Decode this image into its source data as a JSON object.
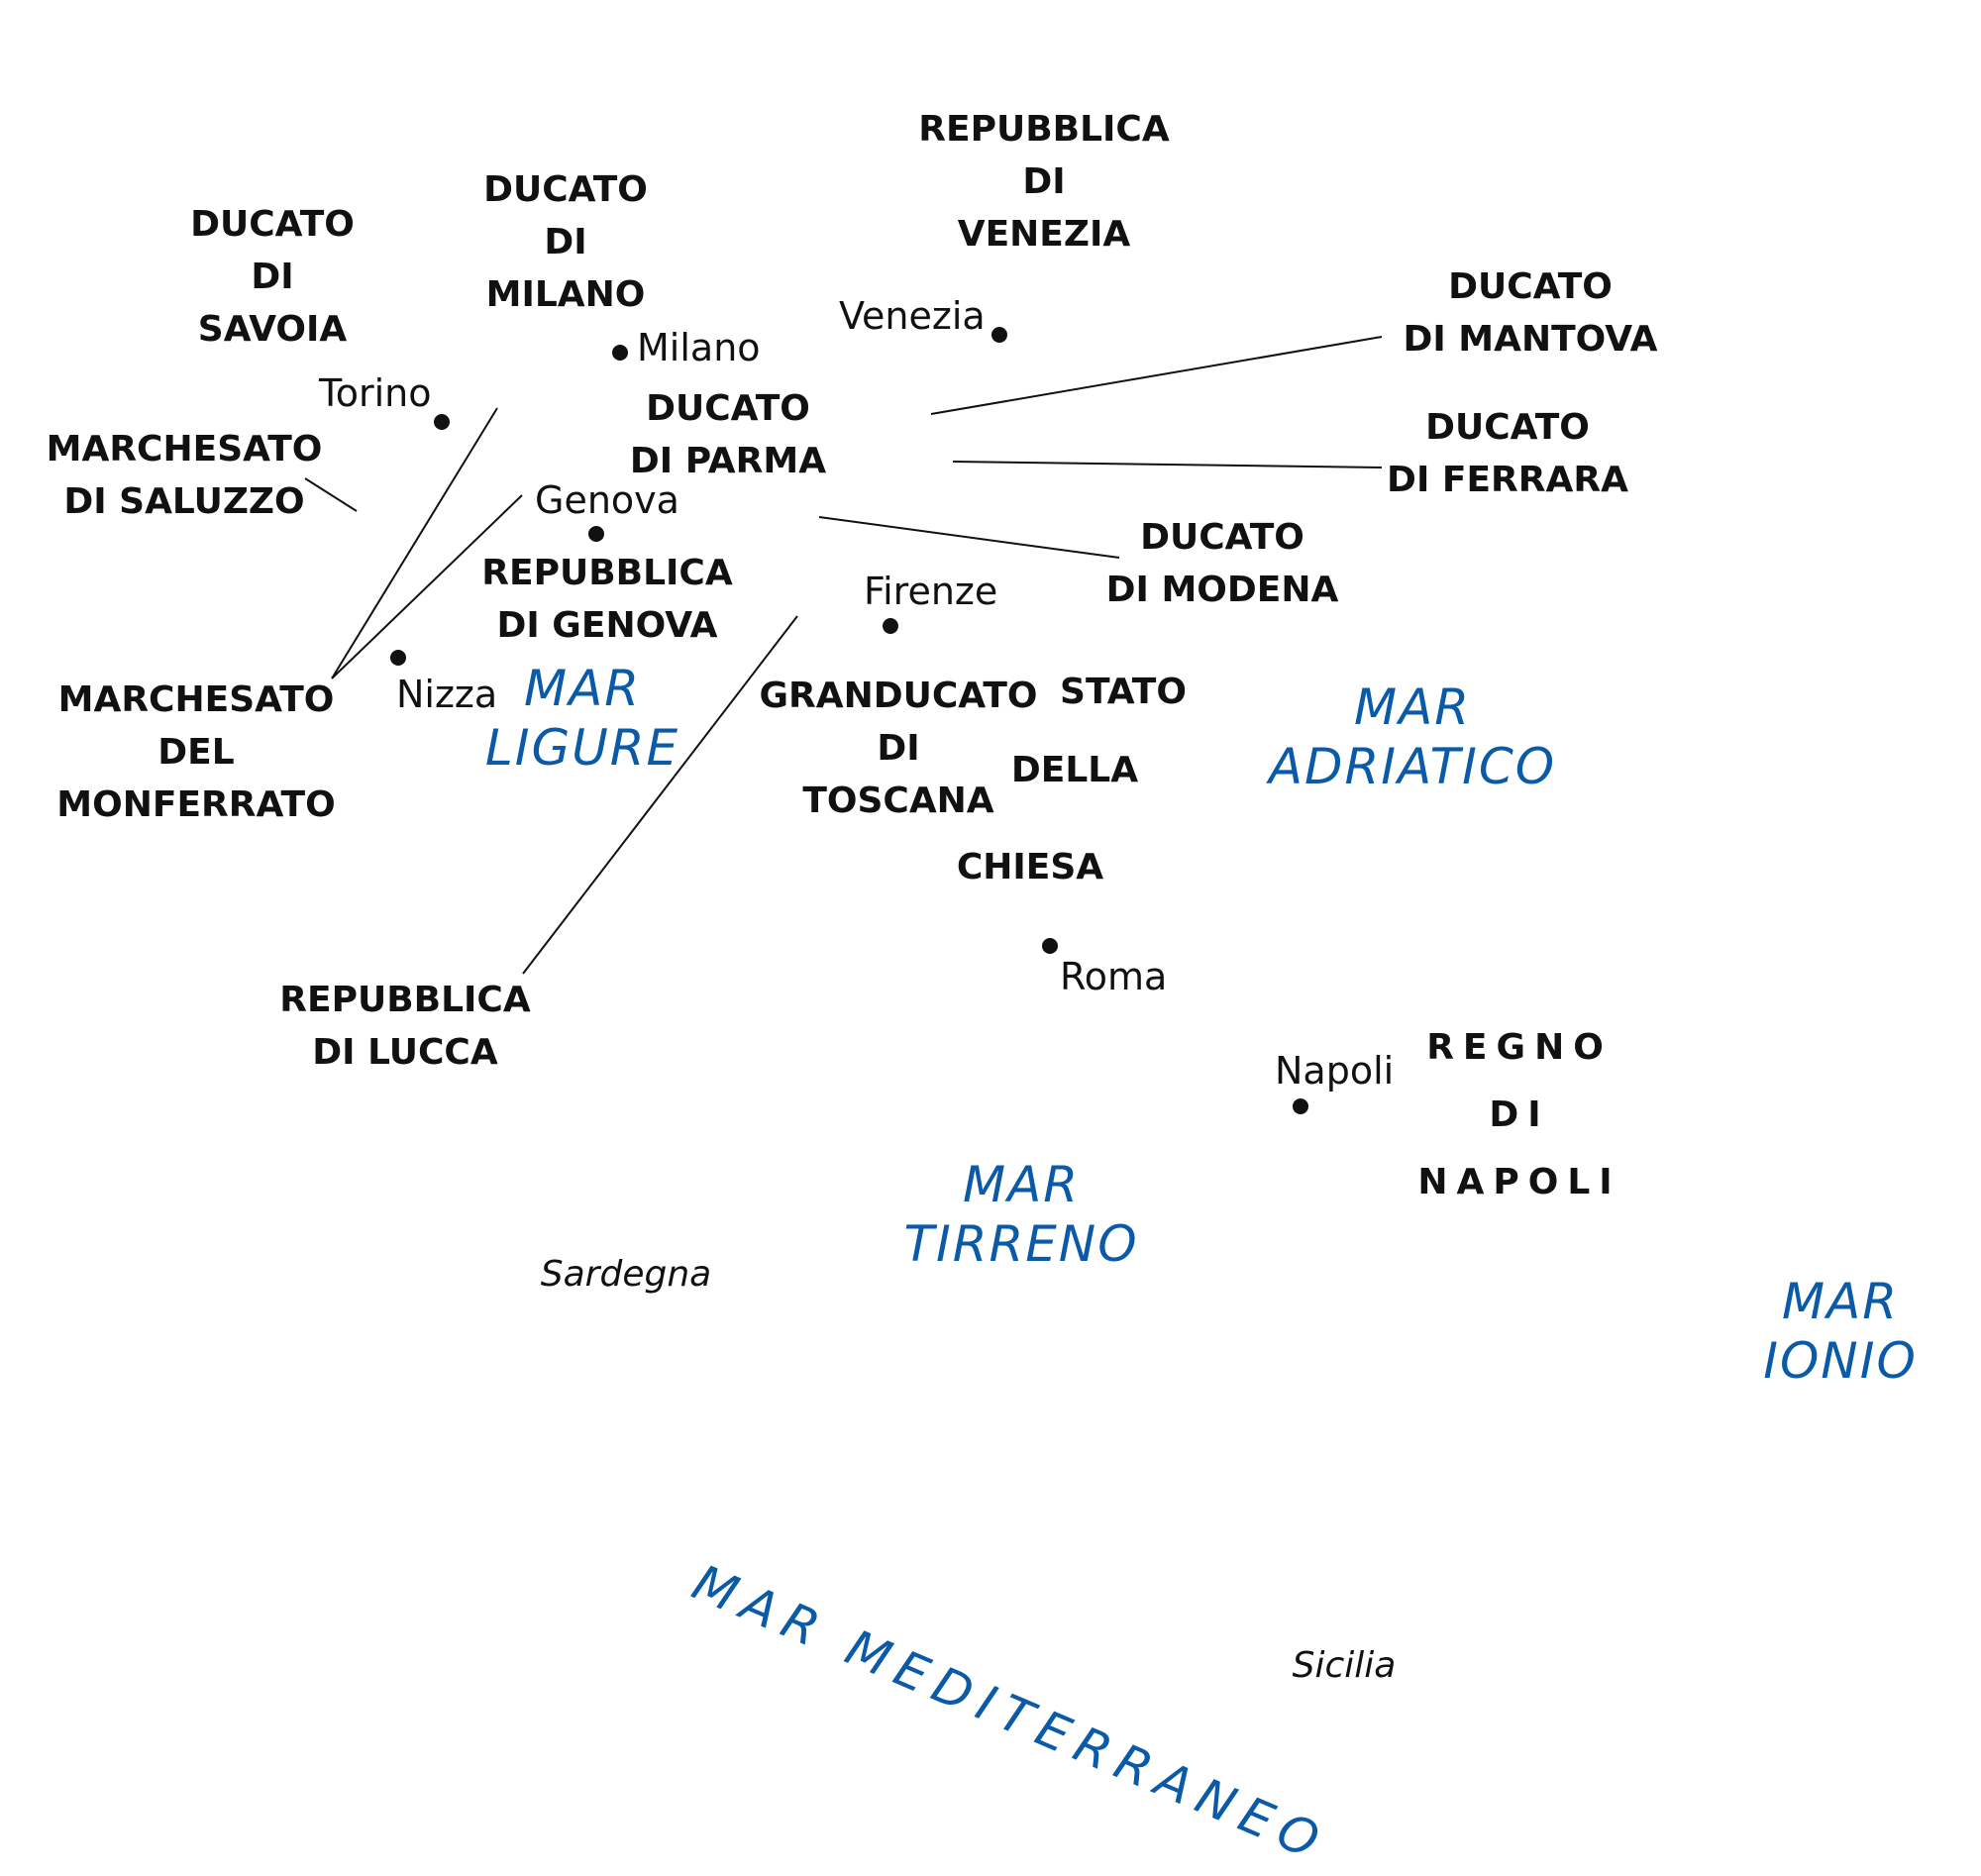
{
  "colors": {
    "sea": "#0a5aa8",
    "text": "#111111",
    "background": "#ffffff"
  },
  "states": {
    "venezia": [
      "REPUBBLICA",
      "DI",
      "VENEZIA"
    ],
    "milano": [
      "DUCATO",
      "DI",
      "MILANO"
    ],
    "savoia": [
      "DUCATO",
      "DI",
      "SAVOIA"
    ],
    "mantova": [
      "DUCATO",
      "DI MANTOVA"
    ],
    "parma": [
      "DUCATO",
      "DI PARMA"
    ],
    "ferrara": [
      "DUCATO",
      "DI FERRARA"
    ],
    "saluzzo": [
      "MARCHESATO",
      "DI SALUZZO"
    ],
    "modena": [
      "DUCATO",
      "DI MODENA"
    ],
    "genova": [
      "REPUBBLICA",
      "DI GENOVA"
    ],
    "monferrato": [
      "MARCHESATO",
      "DEL",
      "MONFERRATO"
    ],
    "toscana": [
      "GRANDUCATO",
      "DI",
      "TOSCANA"
    ],
    "chiesa": [
      "STATO",
      "DELLA",
      "CHIESA"
    ],
    "lucca": [
      "REPUBBLICA",
      "DI LUCCA"
    ],
    "napoli": [
      "REGNO",
      "DI",
      "NAPOLI"
    ]
  },
  "cities": {
    "venezia": "Venezia",
    "milano": "Milano",
    "torino": "Torino",
    "genova": "Genova",
    "firenze": "Firenze",
    "nizza": "Nizza",
    "roma": "Roma",
    "napoli": "Napoli"
  },
  "islands": {
    "sardegna": "Sardegna",
    "sicilia": "Sicilia"
  },
  "seas": {
    "ligure": [
      "MAR",
      "LIGURE"
    ],
    "adriatico": [
      "MAR",
      "ADRIATICO"
    ],
    "tirreno": [
      "MAR",
      "TIRRENO"
    ],
    "ionio": [
      "MAR",
      "IONIO"
    ],
    "mediterraneo": "MAR MEDITERRANEO"
  }
}
